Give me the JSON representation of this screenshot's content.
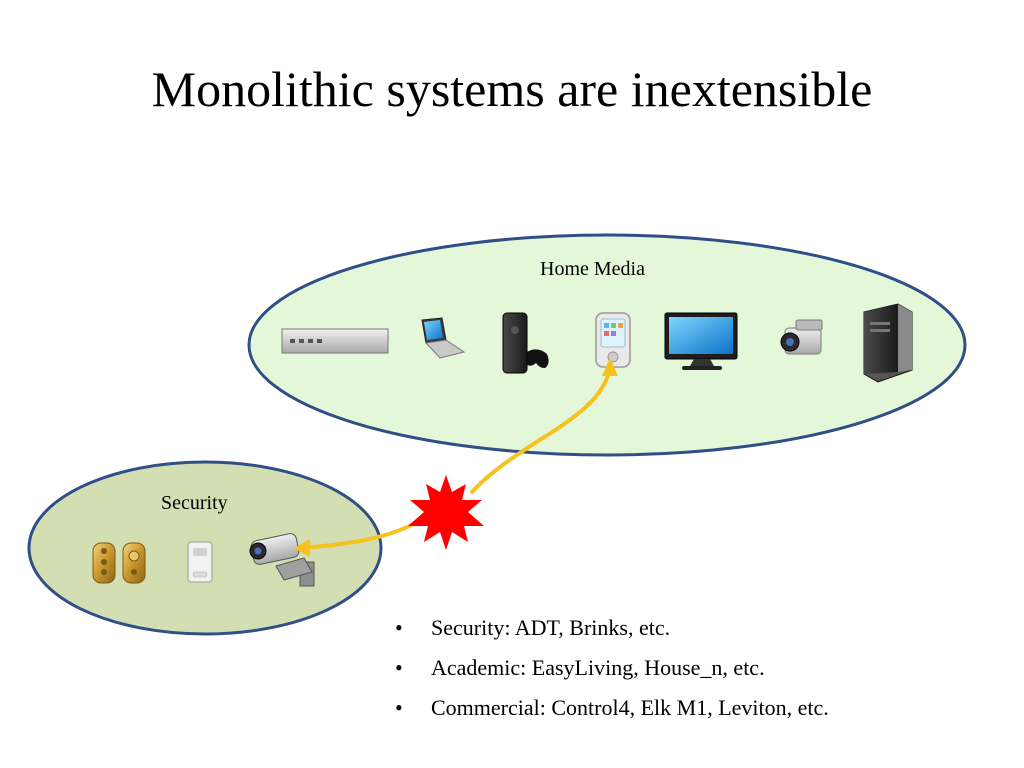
{
  "slide": {
    "title": "Monolithic systems are inextensible"
  },
  "groups": {
    "home_media": {
      "label": "Home Media"
    },
    "security": {
      "label": "Security"
    }
  },
  "bullets": [
    "Security: ADT, Brinks,  etc.",
    "Academic: EasyLiving, House_n, etc.",
    "Commercial: Control4, Elk M1, Leviton, etc."
  ],
  "colors": {
    "home_media_fill": "#e4f7d9",
    "security_fill": "#d3dfb2",
    "ellipse_stroke": "#2f4f86",
    "link_arrow": "#f7c21b",
    "conflict_burst": "#ff0000"
  },
  "icons": {
    "home_media": [
      "network-switch-icon",
      "laptop-icon",
      "game-console-icon",
      "pda-icon",
      "monitor-icon",
      "camcorder-icon",
      "desktop-tower-icon"
    ],
    "security": [
      "door-lock-icon",
      "door-lock-icon",
      "motion-sensor-icon",
      "security-camera-icon"
    ]
  }
}
